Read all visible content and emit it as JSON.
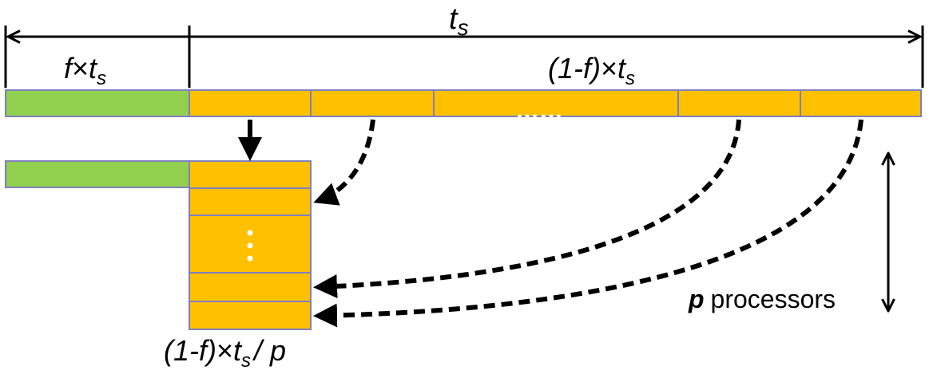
{
  "labels": {
    "total_time_base": "t",
    "total_time_sub": "s",
    "serial_f": "f",
    "serial_times": "×",
    "serial_t": "t",
    "serial_sub": "s",
    "parallel_expr": "(1-f)",
    "parallel_times": "×",
    "parallel_t": "t",
    "parallel_sub": "s",
    "ellipsis_horizontal": "……",
    "processors_p": "p",
    "processors_word": "processors",
    "bottom_expr": "(1-f)",
    "bottom_times": "×",
    "bottom_t": "t",
    "bottom_sub": "s",
    "bottom_div": "/ p"
  },
  "colors": {
    "serial_fill": "#92d050",
    "parallel_fill": "#ffc000",
    "block_border": "#7f7fc0",
    "line": "#000000",
    "ellipsis": "#ffffff"
  }
}
